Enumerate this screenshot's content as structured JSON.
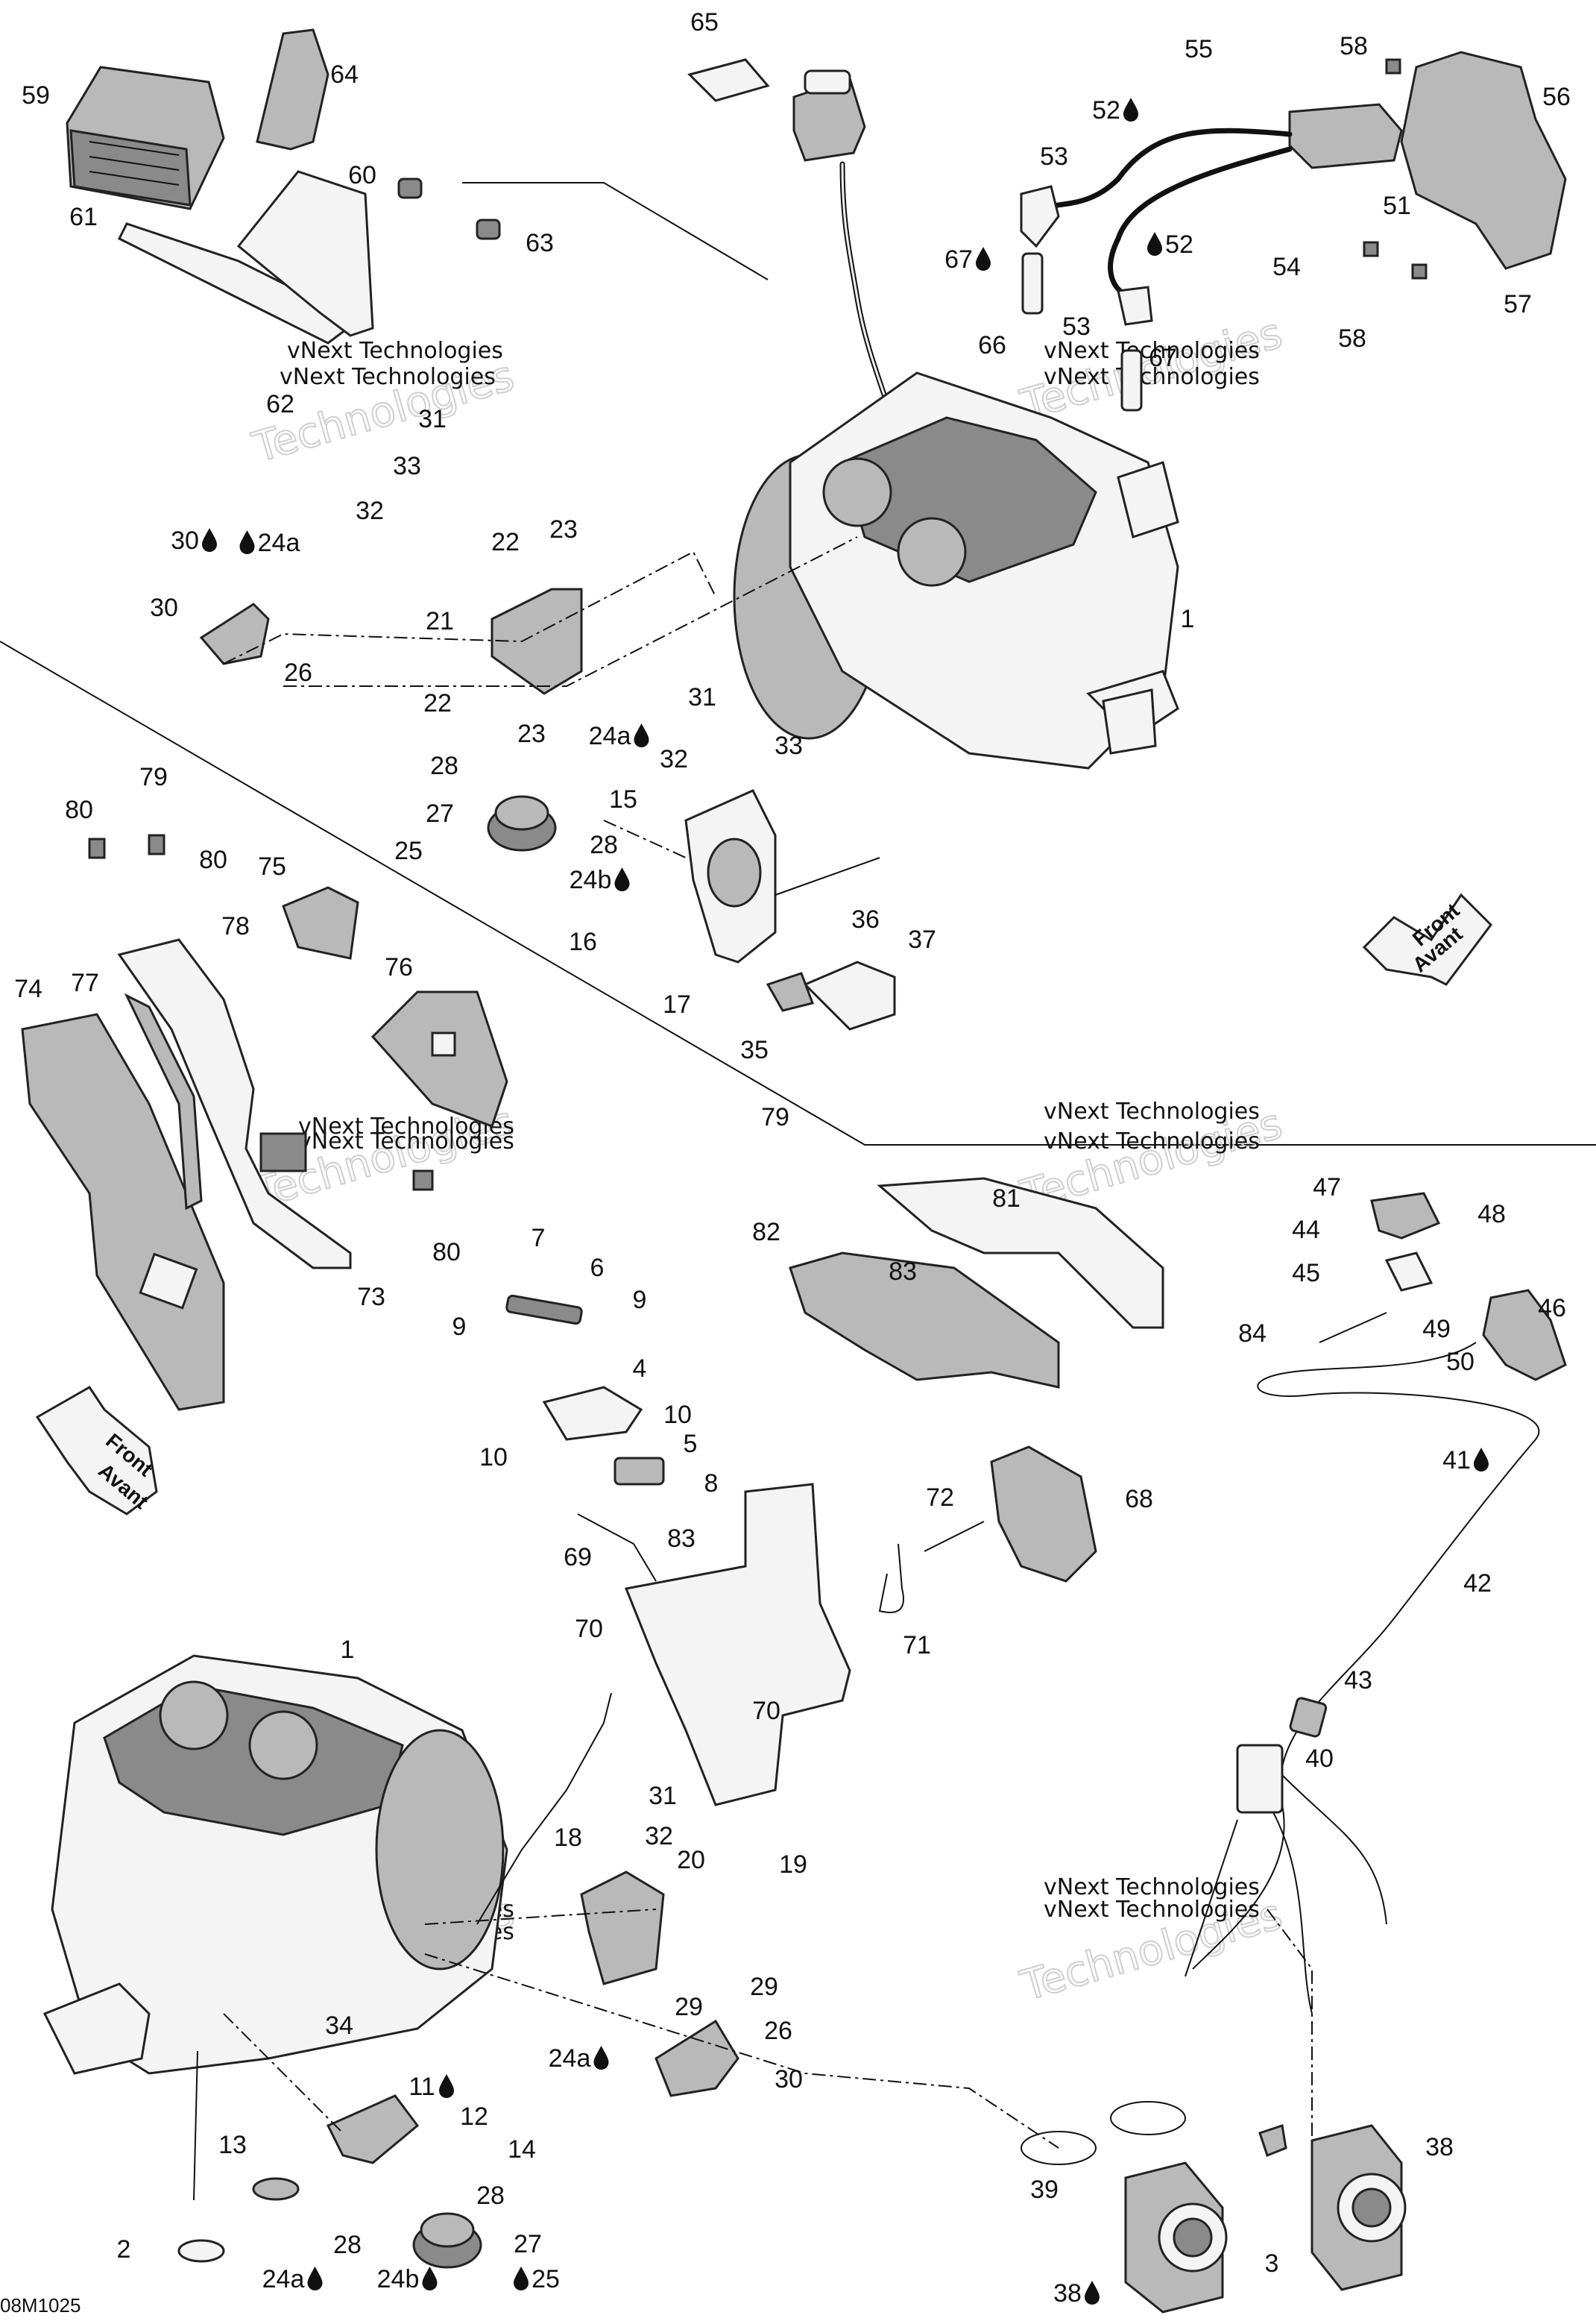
{
  "diagram": {
    "code": "08M1025",
    "watermark": {
      "line1": "vNext Technologies",
      "line2": "Technologies"
    },
    "direction_arrows": [
      {
        "line1": "Front",
        "line2": "Avant"
      },
      {
        "line1": "Front",
        "line2": "Avant"
      }
    ],
    "drop_icon": "oil-drop-icon",
    "callouts": [
      "65",
      "55",
      "52",
      "58",
      "56",
      "59",
      "64",
      "53",
      "51",
      "60",
      "61",
      "63",
      "67",
      "52",
      "54",
      "53",
      "58",
      "57",
      "66",
      "67",
      "62",
      "31",
      "33",
      "32",
      "22",
      "23",
      "24a",
      "30",
      "26",
      "30",
      "21",
      "1",
      "22",
      "23",
      "24a",
      "31",
      "32",
      "33",
      "28",
      "15",
      "27",
      "28",
      "25",
      "24b",
      "79",
      "80",
      "80",
      "75",
      "16",
      "17",
      "36",
      "37",
      "78",
      "76",
      "74",
      "77",
      "35",
      "79",
      "80",
      "73",
      "81",
      "82",
      "47",
      "48",
      "44",
      "7",
      "6",
      "83",
      "45",
      "84",
      "9",
      "9",
      "4",
      "10",
      "46",
      "49",
      "50",
      "10",
      "5",
      "8",
      "72",
      "68",
      "41",
      "83",
      "69",
      "42",
      "70",
      "71",
      "1",
      "43",
      "70",
      "40",
      "31",
      "32",
      "18",
      "20",
      "19",
      "29",
      "29",
      "24a",
      "26",
      "30",
      "34",
      "11",
      "12",
      "13",
      "14",
      "28",
      "2",
      "28",
      "27",
      "24a",
      "24b",
      "25",
      "39",
      "3",
      "38",
      "38"
    ]
  }
}
